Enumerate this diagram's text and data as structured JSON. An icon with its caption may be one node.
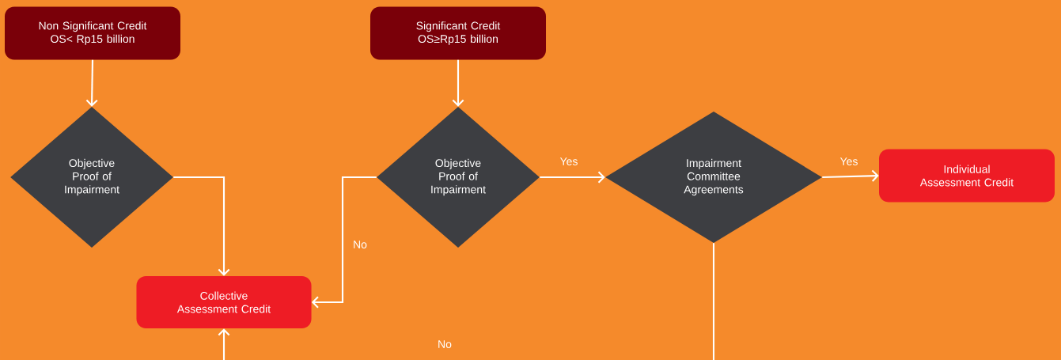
{
  "diagram": {
    "nodes": [
      {
        "text": [
          "Non Significant Credit OS< Rp15 billion"
        ]
      },
      {
        "text": [
          "Significant Credit OS≥Rp15 billion"
        ]
      },
      {
        "text": [
          "Objective Proof of Impairment"
        ]
      },
      {
        "text": [
          "Objective Proof of Impairment"
        ]
      },
      {
        "text": [
          "Impairment Committee Agreements"
        ]
      },
      {
        "text": [
          "Individual Assessment Credit"
        ]
      },
      {
        "text": [
          "Collective Assessment Credit"
        ]
      }
    ],
    "edges": [
      {
        "from": 0,
        "to": 2,
        "arrow": "to"
      },
      {
        "from": 1,
        "to": 3,
        "arrow": "to"
      },
      {
        "from": 2,
        "to": 6,
        "arrow": "to"
      },
      {
        "from": 3,
        "to": 6,
        "arrow": "to",
        "label": "No"
      },
      {
        "from": 3,
        "to": 4,
        "arrow": "to",
        "label": "Yes"
      },
      {
        "from": 4,
        "to": 5,
        "arrow": "to",
        "label": "Yes"
      },
      {
        "from": 4,
        "to": 6,
        "arrow": "to",
        "label": "No"
      }
    ]
  }
}
